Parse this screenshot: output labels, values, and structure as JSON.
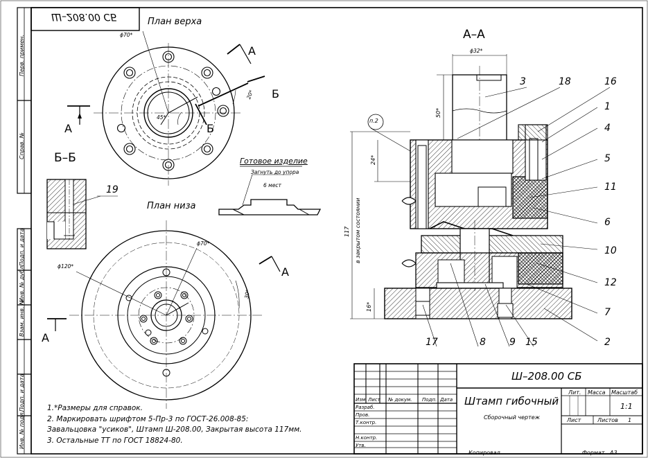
{
  "drawing": {
    "designation": "Ш–208.00 СБ",
    "designation_mirrored": "Ш–208.00 СБ",
    "title": "Штамп гибочный",
    "doc_type": "Сборочный чертеж",
    "views": {
      "top": "План верха",
      "bottom": "План низа",
      "section_aa": "А–А",
      "section_bb": "Б–Б",
      "finished": "Готовое изделие"
    },
    "section_letters": {
      "a": "А",
      "b": "Б"
    },
    "callout_text": [
      "Загнуть до упора",
      "6 мест"
    ],
    "dimensions": {
      "d70_top": "ϕ70*",
      "angle20": "20*",
      "angle45": "45*",
      "d70_bottom": "ϕ70*",
      "d120": "ϕ120*",
      "angle30": "30*",
      "d32": "ϕ32*",
      "h50": "50*",
      "h24": "24*",
      "h117": "117",
      "h16": "16*",
      "closed_state": "в закрытом состоянии"
    },
    "pin_label": "п.2",
    "positions": {
      "p19": "19",
      "p3": "3",
      "p18": "18",
      "p16": "16",
      "p1": "1",
      "p4": "4",
      "p5": "5",
      "p11": "11",
      "p6": "6",
      "p10": "10",
      "p12": "12",
      "p7": "7",
      "p2": "2",
      "p17": "17",
      "p8": "8",
      "p9": "9",
      "p15": "15"
    },
    "notes": [
      "1.*Размеры для справок.",
      "2. Маркировать шрифтом 5-Пр-3 по ГОСТ-26.008-85:",
      "Завальцовка \"усиков\", Штамп Ш-208.00, Закрытая высота 117мм.",
      "3. Остальные ТТ по ГОСТ 18824-80."
    ],
    "side_stamps": [
      "Перв. примен.",
      "Справ. №",
      "Подп. и дата",
      "Инв. № дубл.",
      "Взам. инв. №",
      "Подп. и дата",
      "Инв. № подл."
    ],
    "title_block": {
      "col_headers": [
        "Изм",
        "Лист",
        "№ докум.",
        "Подп.",
        "Дата"
      ],
      "roles": [
        "Разраб.",
        "Пров.",
        "Т.контр.",
        "",
        "Н.контр.",
        "Утв."
      ],
      "lit": "Лит.",
      "mass": "Масса",
      "scale": "Масштаб",
      "scale_value": "1:1",
      "sheet": "Лист",
      "sheets": "Листов",
      "sheets_value": "1",
      "copied": "Копировал",
      "format": "Формат",
      "format_value": "А3"
    }
  }
}
